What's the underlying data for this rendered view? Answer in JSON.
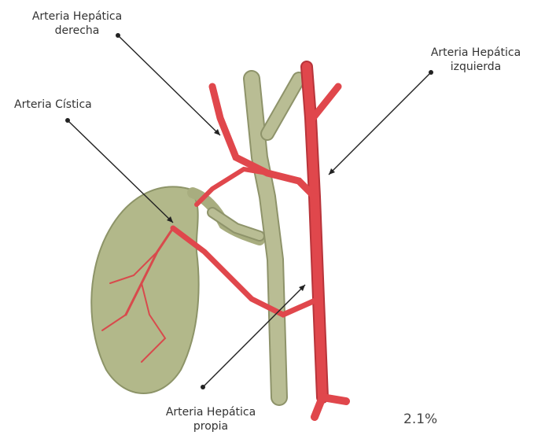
{
  "labels": {
    "hepatica_derecha": {
      "line1": "Arteria Hepática",
      "line2": "derecha"
    },
    "hepatica_izquierda": {
      "line1": "Arteria Hepática",
      "line2": "izquierda"
    },
    "cistica": {
      "line1": "Arteria Cística"
    },
    "hepatica_propia": {
      "line1": "Arteria Hepática",
      "line2": "propia"
    }
  },
  "percentage": "2.1%",
  "colors": {
    "artery": "#e0474c",
    "artery_dark": "#b8343a",
    "duct": "#b9bd94",
    "duct_dark": "#8e936a",
    "gallbladder": "#b2b88a",
    "gallbladder_dark": "#8d9468",
    "leader": "#222222"
  }
}
